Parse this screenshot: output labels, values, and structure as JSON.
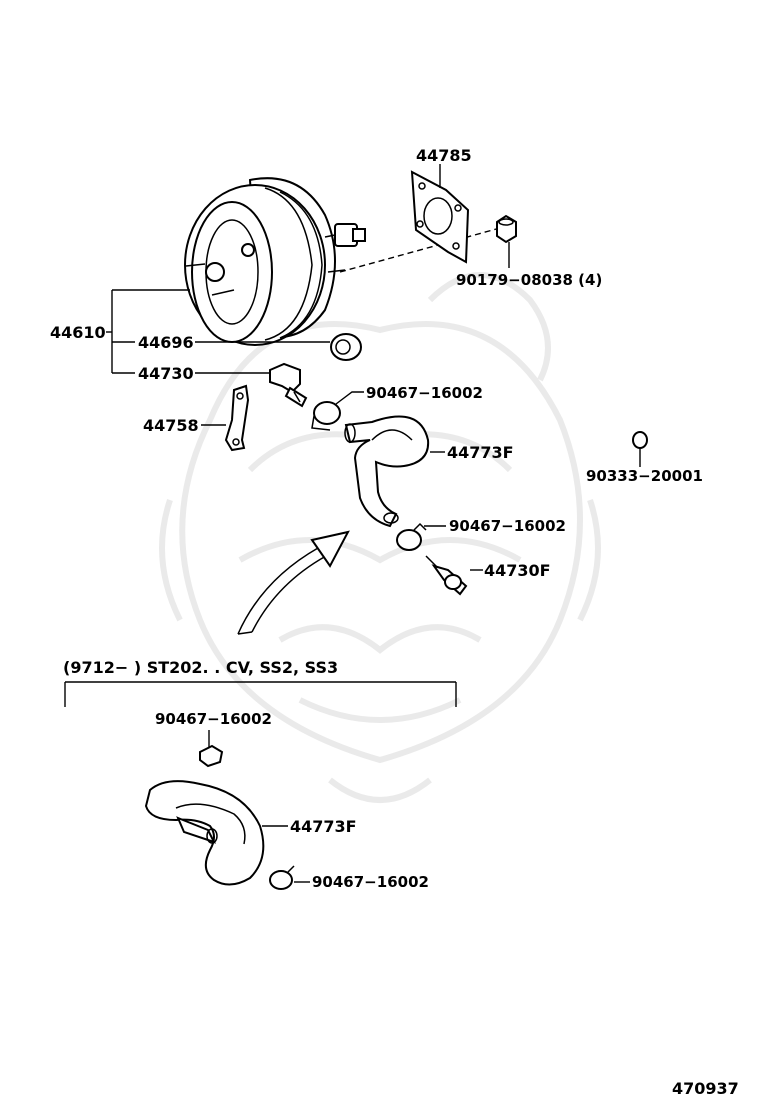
{
  "labels": {
    "p44785": "44785",
    "p90179": "90179−08038 (4)",
    "p44610": "44610",
    "p44696": "44696",
    "p44730": "44730",
    "p90467_a": "90467−16002",
    "p44758": "44758",
    "p44773F_a": "44773F",
    "p90333": "90333−20001",
    "p90467_b": "90467−16002",
    "p44730F": "44730F",
    "variant_bracket": "(9712−        ) ST202. . CV, SS2, SS3",
    "p90467_c": "90467−16002",
    "p44773F_b": "44773F",
    "p90467_d": "90467−16002",
    "diagram_number": "470937"
  }
}
